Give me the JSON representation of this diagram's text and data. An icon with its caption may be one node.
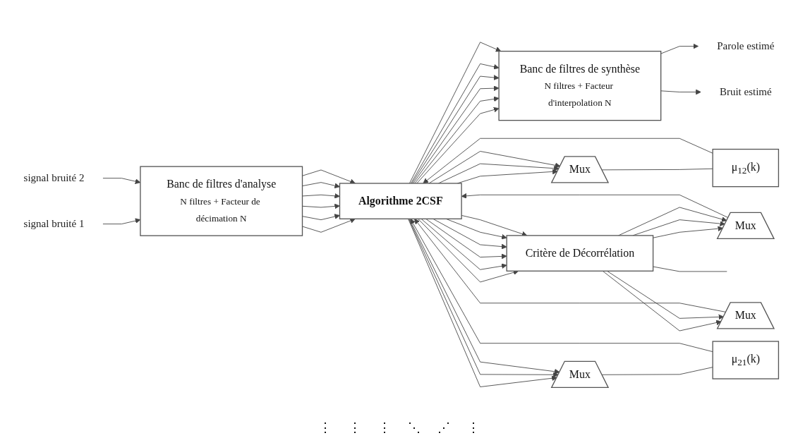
{
  "diagram": {
    "nodes": [
      {
        "text": [
          "signal bruité 1"
        ]
      },
      {
        "text": [
          "signal bruité 2"
        ]
      },
      {
        "text": [
          "Banc de filtres d'analyse",
          "N filtres + Facteur de décimation N"
        ]
      },
      {
        "text": [
          "Algorithme 2CSF"
        ]
      },
      {
        "text": [
          "Mux"
        ]
      },
      {
        "text": [
          "μ$_{12}$(k)"
        ]
      },
      {
        "text": [
          "Mux"
        ]
      },
      {
        "text": [
          "Critère de Décorrélation"
        ]
      },
      {
        "text": [
          "Banc de filtres de synthèse",
          "N filtres + Facteur d'interpolation N"
        ]
      },
      {
        "text": [
          "Parole estimé"
        ]
      },
      {
        "text": [
          "Bruit estimé"
        ]
      },
      {
        "text": [
          "μ$_{21}$(k)"
        ]
      },
      {
        "text": [
          "Mux"
        ]
      },
      {
        "text": [
          "Mux"
        ]
      }
    ],
    "edges": [
      {
        "from": 0,
        "to": 2,
        "arrow": "to"
      },
      {
        "from": 1,
        "to": 2,
        "arrow": "to"
      },
      {
        "from": 2,
        "to": 3,
        "arrow": "to"
      },
      {
        "from": 2,
        "to": 3,
        "arrow": "to"
      },
      {
        "from": 2,
        "to": 3,
        "arrow": "to"
      },
      {
        "from": 2,
        "to": 3,
        "arrow": "to"
      },
      {
        "from": 2,
        "to": 3,
        "arrow": "to"
      },
      {
        "from": 2,
        "to": 3,
        "arrow": "to"
      },
      {
        "from": 7,
        "to": 4,
        "arrow": "to"
      },
      {
        "from": 7,
        "to": 4,
        "arrow": "to"
      },
      {
        "from": 7,
        "to": 4,
        "arrow": "to"
      },
      {
        "from": 4,
        "to": 3,
        "arrow": "to"
      },
      {
        "from": 3,
        "to": 6,
        "arrow": "to"
      },
      {
        "from": 3,
        "to": 6,
        "arrow": "to"
      },
      {
        "from": 3,
        "to": 6,
        "arrow": "to"
      },
      {
        "from": 6,
        "to": 5,
        "arrow": "none"
      },
      {
        "from": 5,
        "to": 3,
        "arrow": "to"
      },
      {
        "from": 3,
        "to": 8,
        "arrow": "to"
      },
      {
        "from": 3,
        "to": 8,
        "arrow": "to"
      },
      {
        "from": 3,
        "to": 8,
        "arrow": "to"
      },
      {
        "from": 3,
        "to": 8,
        "arrow": "to"
      },
      {
        "from": 3,
        "to": 8,
        "arrow": "to"
      },
      {
        "from": 3,
        "to": 8,
        "arrow": "to"
      },
      {
        "from": 3,
        "to": 7,
        "arrow": "to"
      },
      {
        "from": 3,
        "to": 7,
        "arrow": "to"
      },
      {
        "from": 3,
        "to": 7,
        "arrow": "to"
      },
      {
        "from": 3,
        "to": 7,
        "arrow": "to"
      },
      {
        "from": 3,
        "to": 7,
        "arrow": "to"
      },
      {
        "from": 3,
        "to": 7,
        "arrow": "to"
      },
      {
        "from": 8,
        "to": 9,
        "arrow": "to"
      },
      {
        "from": 8,
        "to": 10,
        "arrow": "to"
      },
      {
        "from": 3,
        "to": 12,
        "arrow": "to"
      },
      {
        "from": 3,
        "to": 12,
        "arrow": "to"
      },
      {
        "from": 3,
        "to": 12,
        "arrow": "to"
      },
      {
        "from": 12,
        "to": 11,
        "arrow": "none"
      },
      {
        "from": 11,
        "to": 3,
        "arrow": "to"
      },
      {
        "from": 7,
        "to": 13,
        "arrow": "to"
      },
      {
        "from": 7,
        "to": 13,
        "arrow": "to"
      },
      {
        "from": 13,
        "to": 3,
        "arrow": "to"
      },
      {
        "from": 7,
        "to": null,
        "arrow": "none"
      }
    ],
    "labels": [
      "⋮",
      "⋮",
      "⋮",
      "⋱",
      "⋰",
      "⋮"
    ]
  }
}
